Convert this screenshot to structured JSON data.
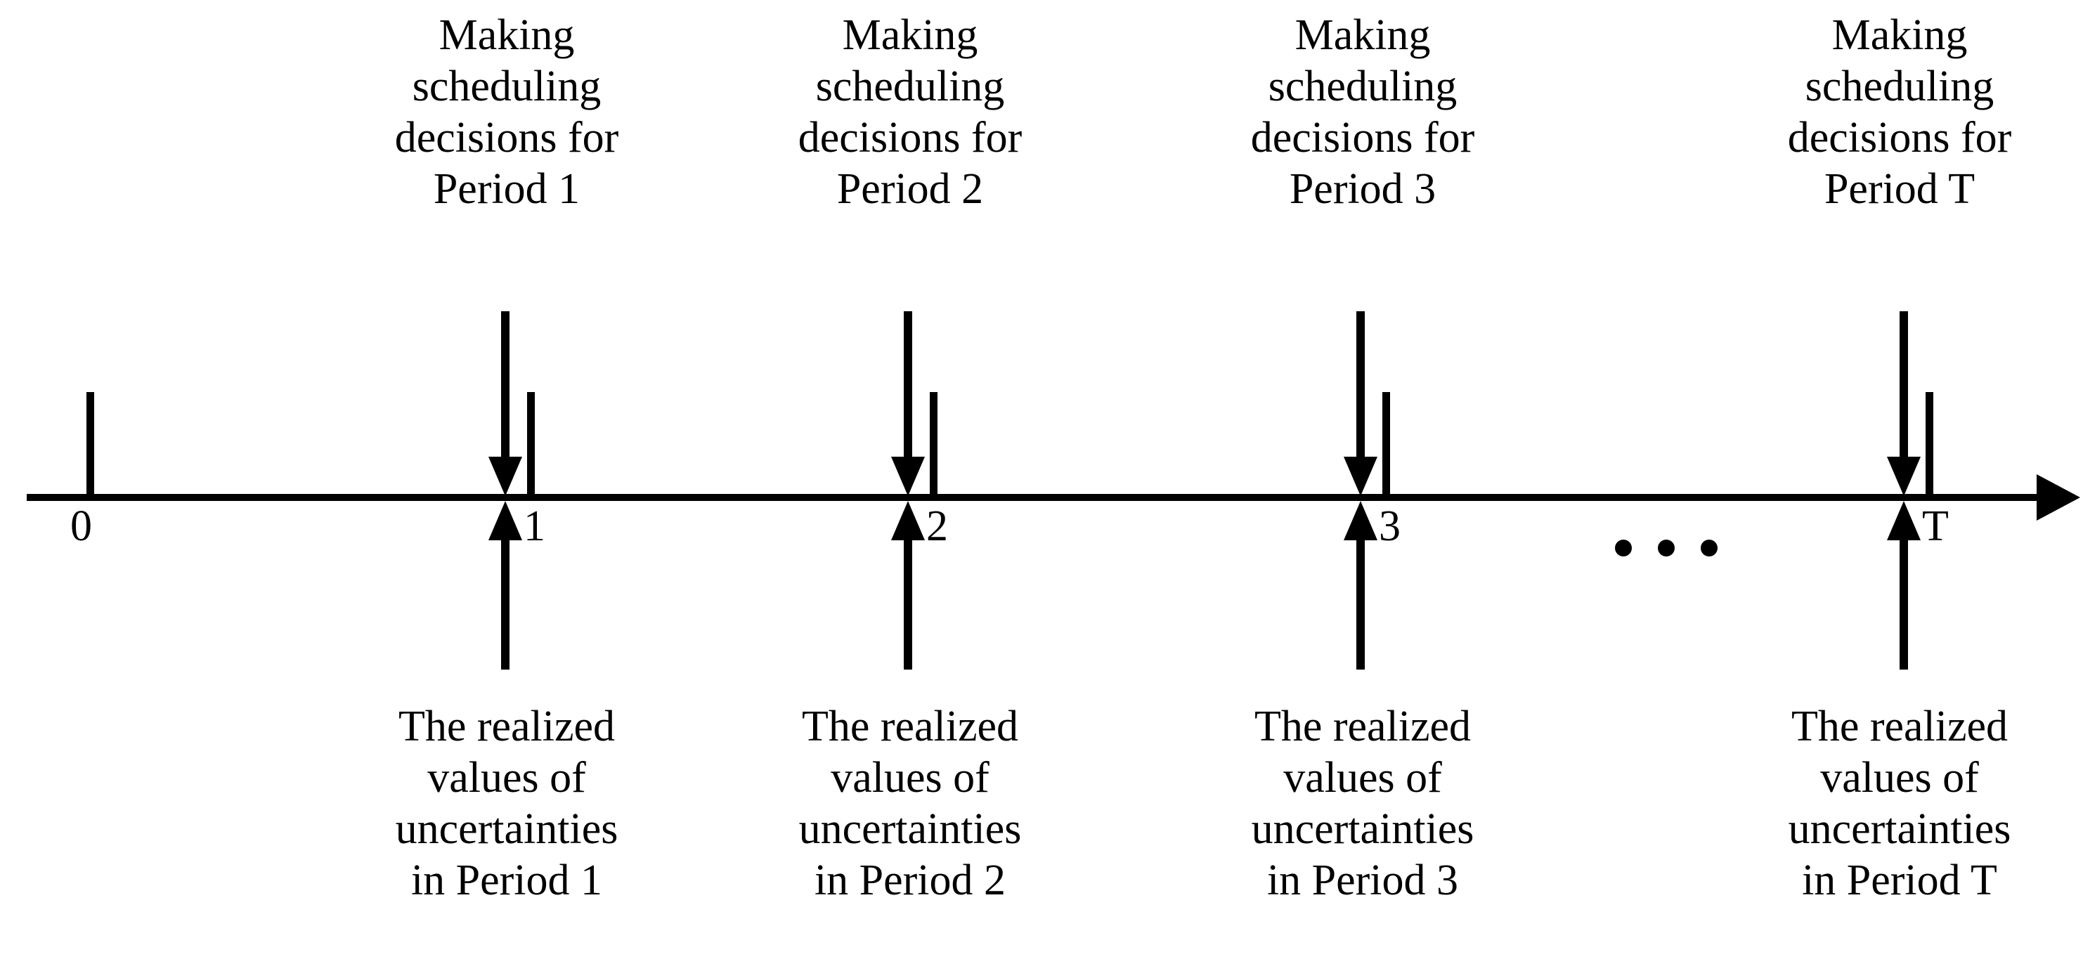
{
  "diagram": {
    "type": "timeline",
    "description": "Multi-period scheduling timeline showing decision points and uncertainty realizations",
    "axis": {
      "origin_label": "0",
      "tick_labels": [
        "0",
        "1",
        "2",
        "3",
        "T"
      ],
      "ellipsis": "..."
    },
    "periods": [
      {
        "tick_label": "1",
        "top_caption": [
          "Making",
          "scheduling",
          "decisions for",
          "Period 1"
        ],
        "bottom_caption": [
          "The realized",
          "values of",
          "uncertainties",
          "in Period 1"
        ]
      },
      {
        "tick_label": "2",
        "top_caption": [
          "Making",
          "scheduling",
          "decisions for",
          "Period 2"
        ],
        "bottom_caption": [
          "The realized",
          "values of",
          "uncertainties",
          "in Period 2"
        ]
      },
      {
        "tick_label": "3",
        "top_caption": [
          "Making",
          "scheduling",
          "decisions for",
          "Period 3"
        ],
        "bottom_caption": [
          "The realized",
          "values of",
          "uncertainties",
          "in Period 3"
        ]
      },
      {
        "tick_label": "T",
        "top_caption": [
          "Making",
          "scheduling",
          "decisions for",
          "Period T"
        ],
        "bottom_caption": [
          "The realized",
          "values of",
          "uncertainties",
          "in Period T"
        ]
      }
    ],
    "colors": {
      "ink": "#000000",
      "background": "#ffffff"
    }
  }
}
